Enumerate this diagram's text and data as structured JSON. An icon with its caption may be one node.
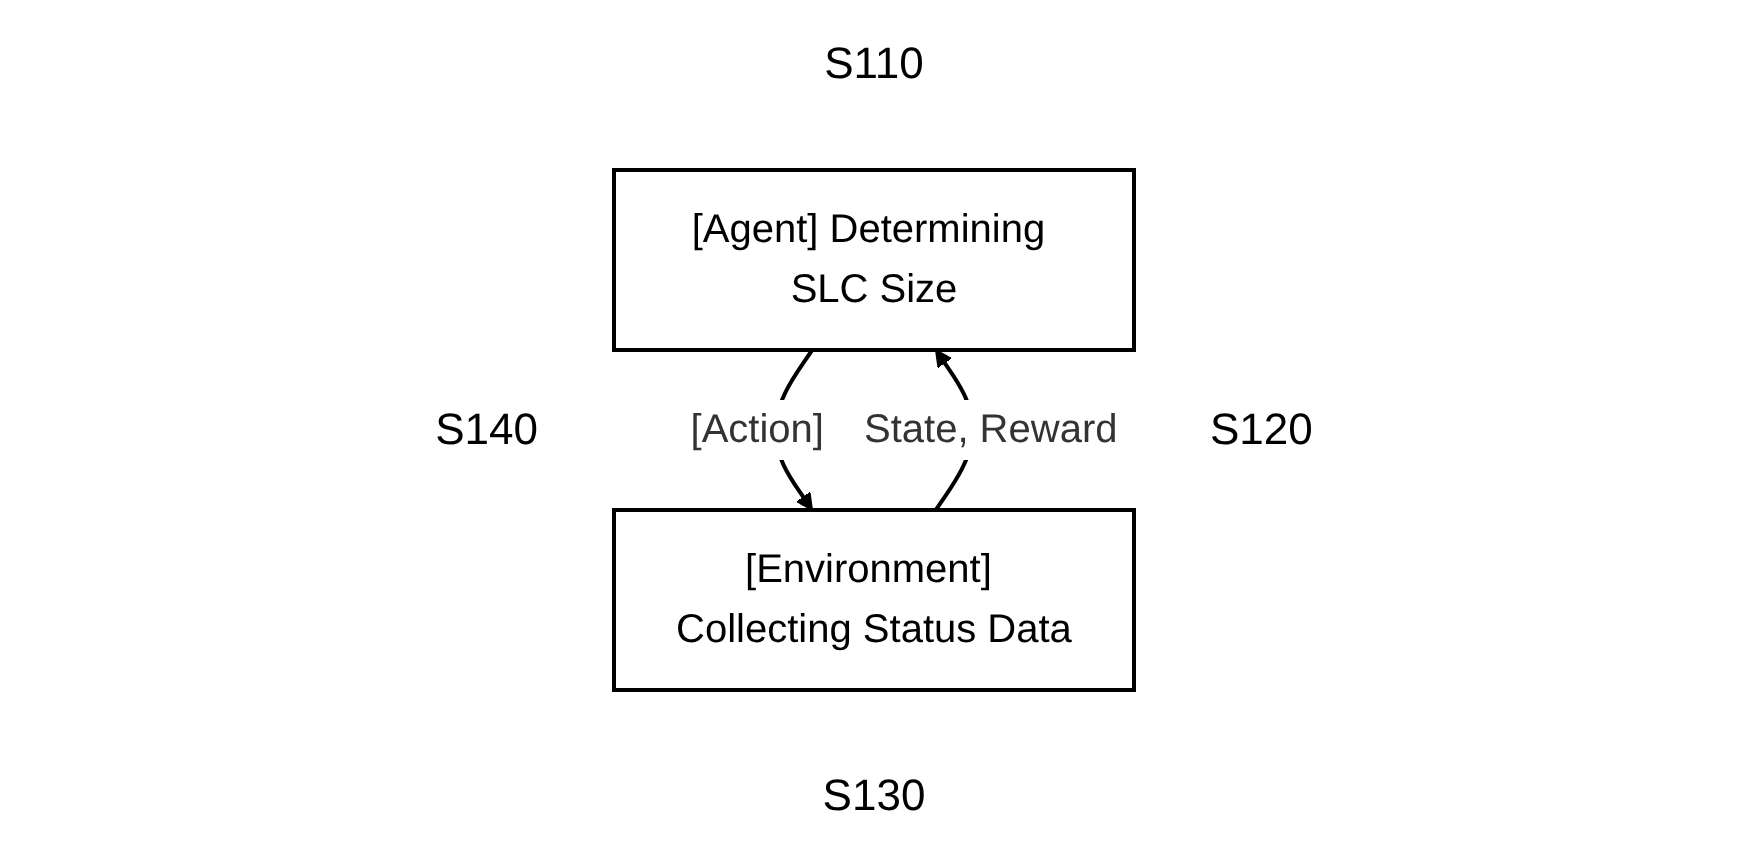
{
  "diagram": {
    "nodes": [
      {
        "text": [
          "[Agent] Determining SLC Size"
        ],
        "beside": [
          "S110"
        ]
      },
      {
        "text": [
          "[Environment] Collecting Status Data"
        ],
        "beside": [
          "S130"
        ]
      }
    ],
    "edges": [
      {
        "from": 0,
        "to": 1,
        "arrow": "to",
        "label": "[Action]"
      },
      {
        "from": 1,
        "to": 0,
        "arrow": "to",
        "label": "State, Reward"
      }
    ],
    "labels": [
      "S140",
      "S120"
    ]
  }
}
